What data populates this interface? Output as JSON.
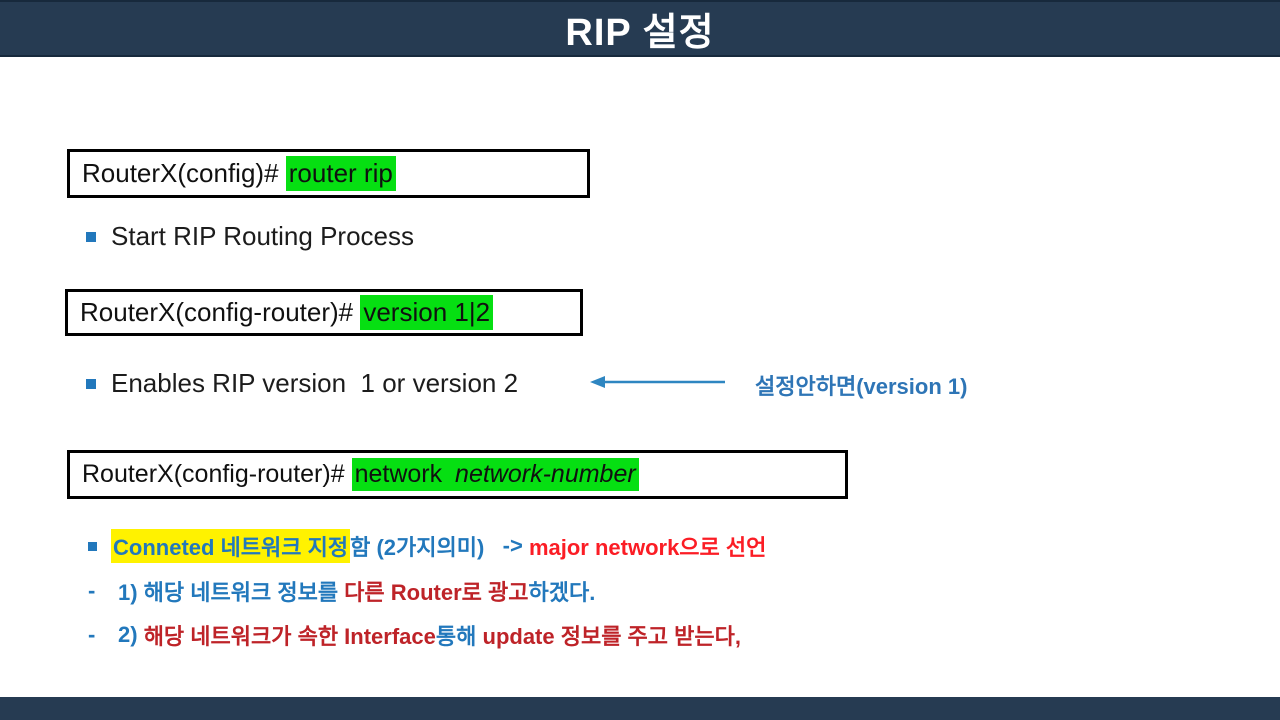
{
  "title": "RIP 설정",
  "colors": {
    "header_bg": "#263B52",
    "header_border": "#17293C",
    "highlight_green": "#06DF12",
    "highlight_yellow": "#FFF200",
    "text_blue": "#2278BC",
    "note_blue": "#2E75B6",
    "arrow_blue": "#2E86C1",
    "red_bright": "#FB1D25",
    "red_dark": "#BE2328",
    "box_border": "#000000"
  },
  "boxes": [
    {
      "prefix": "RouterX(config)# ",
      "command": "router rip"
    },
    {
      "prefix": "RouterX(config-router)# ",
      "command": "version 1|2"
    },
    {
      "prefix": "RouterX(config-router)# ",
      "command": "network ",
      "command_italic": "network-number"
    }
  ],
  "bullets": [
    {
      "text": "Start RIP Routing Process"
    },
    {
      "text": "Enables RIP version  1 or version 2"
    }
  ],
  "note": {
    "text": "설정안하면(version 1)"
  },
  "details": {
    "line1": {
      "highlight": "Conneted 네트워크 지정",
      "after_highlight": "함 (2가지의미)",
      "arrow": "   -> ",
      "red": "major network으로 선언"
    },
    "line2": {
      "dash": "-",
      "blue1": "1) 해당 네트워크 정보를 ",
      "red": "다른 Router로 광고",
      "blue2": "하겠다."
    },
    "line3": {
      "dash": "-",
      "blue1": "2) ",
      "red1": "해당 네트워크가 속한 Interface",
      "blue2": "통해",
      "red2": " update 정보를 주고 받는다,"
    }
  }
}
